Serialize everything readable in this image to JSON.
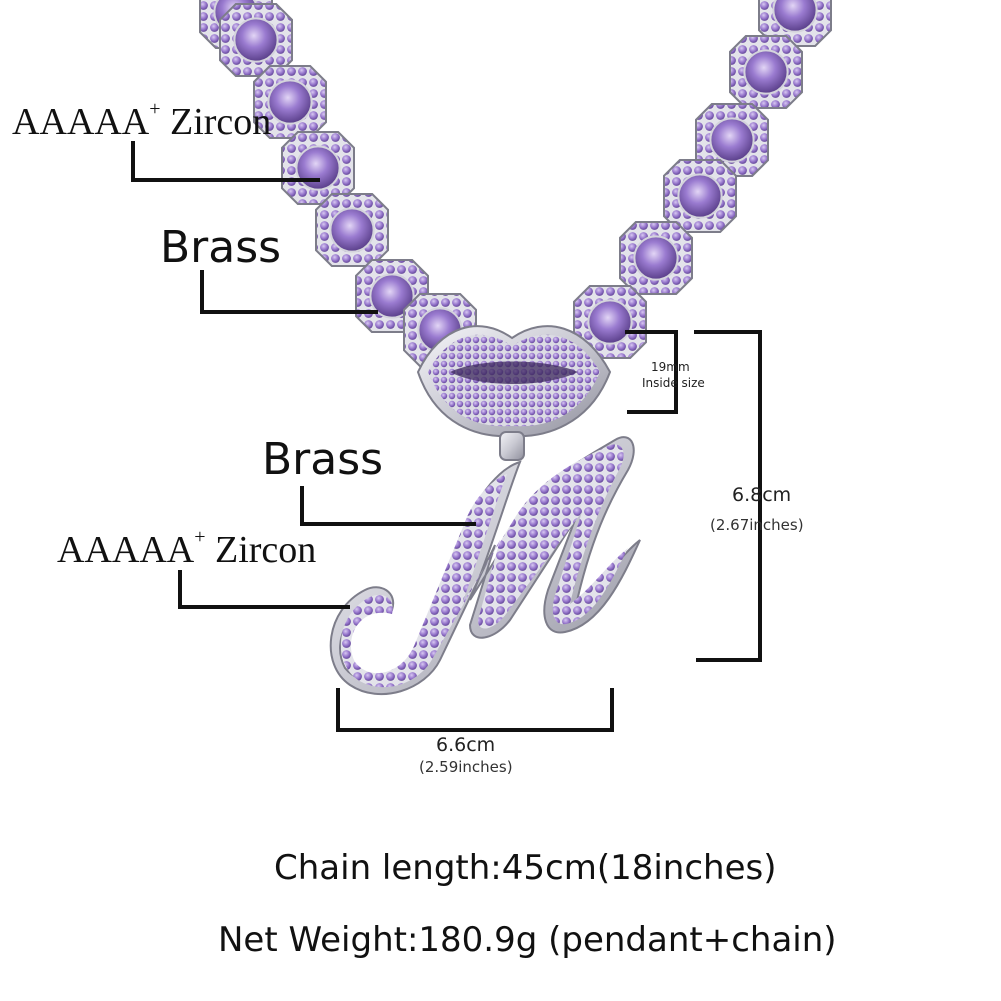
{
  "labels": {
    "zircon_top": {
      "text": "AAAAA",
      "sup": "+",
      "suffix": "Zircon"
    },
    "brass_top": "Brass",
    "brass_pendant": "Brass",
    "zircon_pendant": {
      "text": "AAAAA",
      "sup": "+",
      "suffix": "Zircon"
    }
  },
  "dimensions": {
    "inside_size_mm": "19mm",
    "inside_size_label": "Inside size",
    "height_cm": "6.8cm",
    "height_in": "(2.67inches)",
    "width_cm": "6.6cm",
    "width_in": "(2.59inches)"
  },
  "specs": {
    "chain_length": "Chain length:45cm(18inches)",
    "net_weight": "Net Weight:180.9g (pendant+chain)"
  },
  "colors": {
    "zircon": "#8e6fc2",
    "zircon_light": "#c9b6ea",
    "zircon_dark": "#5a3f8a",
    "metal": "#d9d9e0",
    "line": "#111111"
  }
}
